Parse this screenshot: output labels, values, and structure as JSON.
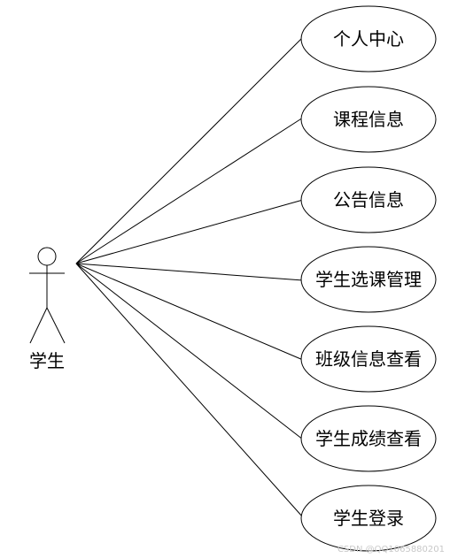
{
  "actor": {
    "label": "学生"
  },
  "use_cases": [
    {
      "label": "个人中心"
    },
    {
      "label": "课程信息"
    },
    {
      "label": "公告信息"
    },
    {
      "label": "学生选课管理"
    },
    {
      "label": "班级信息查看"
    },
    {
      "label": "学生成绩查看"
    },
    {
      "label": "学生登录"
    }
  ],
  "watermark": "CSDN @QQ1065880201"
}
